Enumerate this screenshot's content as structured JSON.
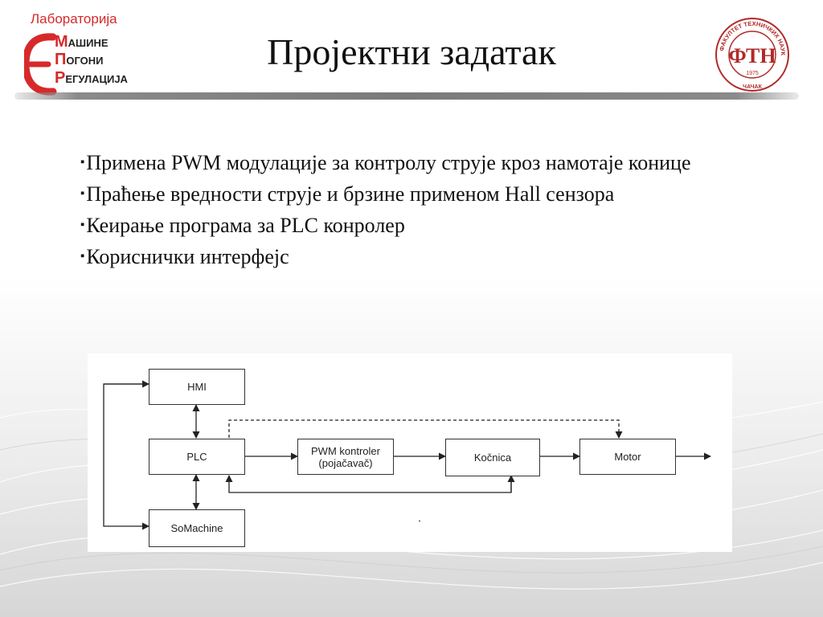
{
  "header": {
    "title": "Пројектни задатак",
    "logo_left": {
      "top_line": "Лабораторија",
      "lines": [
        {
          "first": "М",
          "rest": "АШИНЕ"
        },
        {
          "first": "П",
          "rest": "ОГОНИ"
        },
        {
          "first": "Р",
          "rest": "ЕГУЛАЦИЈА"
        }
      ]
    },
    "logo_right": {
      "ring_text": "ФАКУЛТЕТ ТЕХНИЧКИХ НАУКА",
      "monogram": "ФТН",
      "year": "1975",
      "city": "ЧАЧАК"
    }
  },
  "bullets": [
    {
      "marker": "▪",
      "text": "Примена PWM модулације за контролу струје кроз намотаје конице"
    },
    {
      "marker": "▪",
      "text": "Праћење вредности струје и брзине применом Hall сензора"
    },
    {
      "marker": "▪",
      "text": "Кеирање програма за PLC конролер"
    },
    {
      "marker": "▪",
      "text": "Кориснички интерфејс"
    }
  ],
  "diagram": {
    "blocks": {
      "hmi": "HMI",
      "plc": "PLC",
      "pwm_line1": "PWM kontroler",
      "pwm_line2": "(pojačavač)",
      "kocnica": "Kočnica",
      "motor": "Motor",
      "somachine": "SoMachine"
    }
  },
  "colors": {
    "accent_red": "#d62a2a",
    "header_bar": "#7a7a7a",
    "text": "#111111"
  }
}
